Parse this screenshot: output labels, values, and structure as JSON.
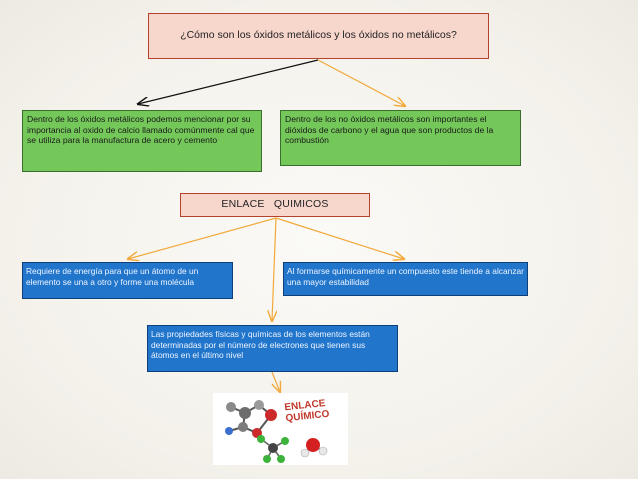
{
  "title_box": {
    "text": "¿Cómo son los óxidos metálicos y los óxidos no metálicos?"
  },
  "left_box": {
    "text": "Dentro de los óxidos metálicos podemos mencionar por su importancia al oxido de calcio llamado comúnmente cal que se utiliza para la manufactura de acero y cemento"
  },
  "right_box": {
    "text": "Dentro de los no óxidos metálicos son importantes el dióxidos de carbono y el agua que son productos de la combustión"
  },
  "center_box": {
    "text": "ENLACE   QUIMICOS"
  },
  "energy_box": {
    "text": "Requiere de energía para que un átomo de un elemento se una a otro y forme una molécula"
  },
  "stable_box": {
    "text": "Al formarse químicamente un compuesto este tiende a alcanzar una mayor estabilidad"
  },
  "properties_box": {
    "text": "Las propiedades físicas y químicas de los elementos están determinadas por el número de electrones que tienen sus átomos en el último nivel"
  },
  "image": {
    "title_line1": "ENLACE",
    "title_line2": "QUÍMICO"
  },
  "colors": {
    "pink_fill": "#f7d6cc",
    "pink_border": "#b4412b",
    "green_fill": "#74c85a",
    "blue_fill": "#2176cc",
    "connector_orange": "#f2a93b",
    "connector_black": "#111111"
  }
}
